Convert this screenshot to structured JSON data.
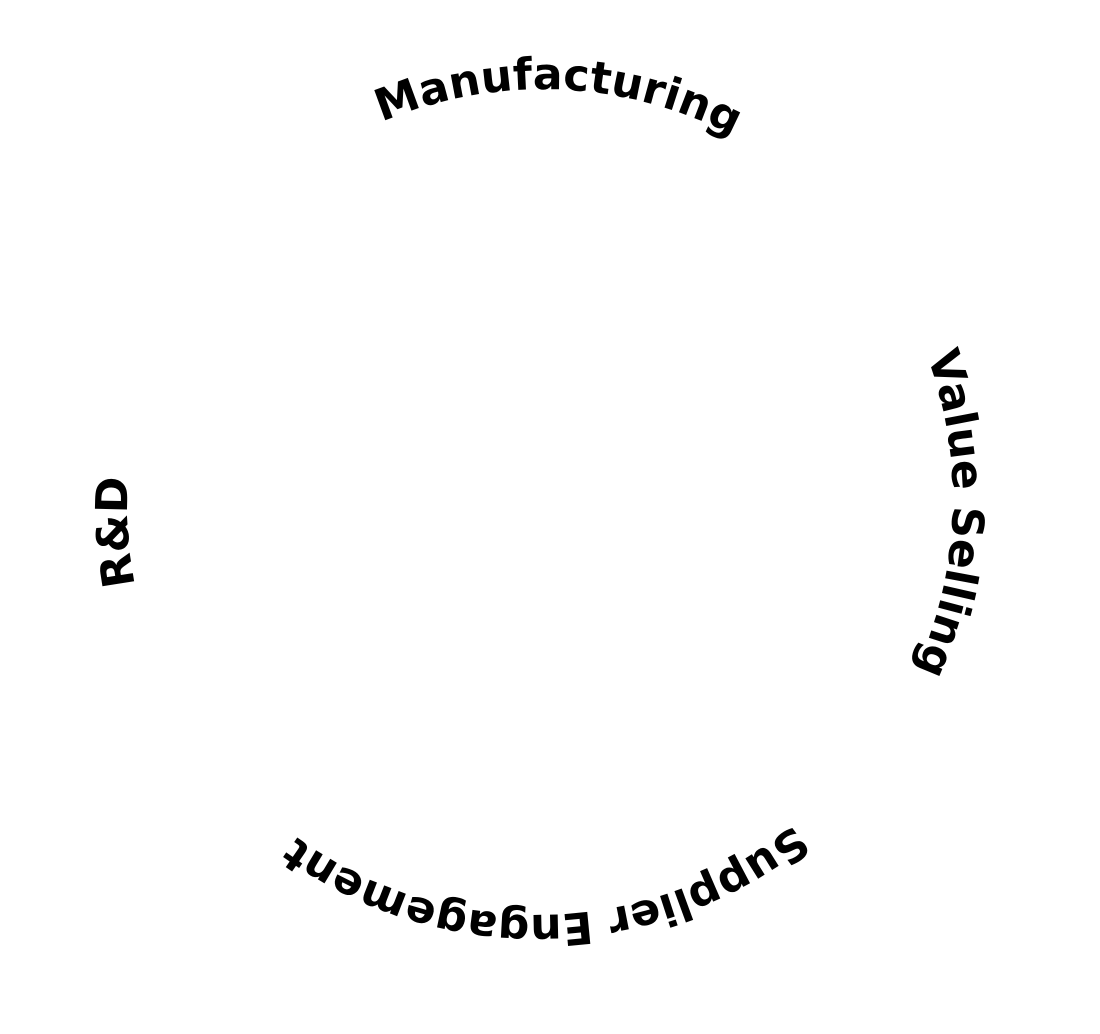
{
  "diagram": {
    "labels": [
      {
        "text": "Manufacturing",
        "position": "top"
      },
      {
        "text": "Value Selling",
        "position": "right"
      },
      {
        "text": "Supplier Engagement",
        "position": "bottom"
      },
      {
        "text": "R&D",
        "position": "left"
      }
    ],
    "text_color": "#000000"
  }
}
